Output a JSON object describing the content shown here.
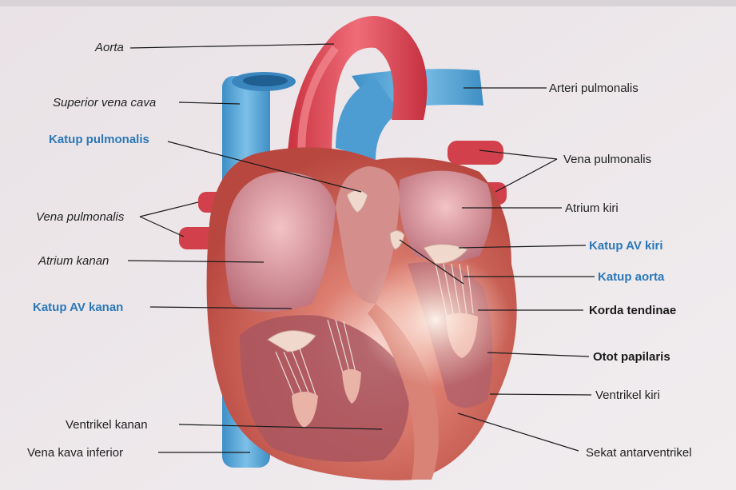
{
  "diagram": {
    "labels_left": [
      {
        "id": "aorta",
        "text": "Aorta"
      },
      {
        "id": "svc",
        "text": "Superior vena cava"
      },
      {
        "id": "katup-pulmonalis",
        "text": "Katup pulmonalis"
      },
      {
        "id": "vena-pulmonalis-left",
        "text": "Vena pulmonalis"
      },
      {
        "id": "atrium-kanan",
        "text": "Atrium kanan"
      },
      {
        "id": "katup-av-kanan",
        "text": "Katup AV kanan"
      },
      {
        "id": "ventrikel-kanan",
        "text": "Ventrikel kanan"
      },
      {
        "id": "ivc",
        "text": "Vena kava inferior"
      }
    ],
    "labels_right": [
      {
        "id": "arteri-pulmonalis",
        "text": "Arteri pulmonalis"
      },
      {
        "id": "vena-pulmonalis-right",
        "text": "Vena pulmonalis"
      },
      {
        "id": "atrium-kiri",
        "text": "Atrium kiri"
      },
      {
        "id": "katup-av-kiri",
        "text": "Katup AV kiri"
      },
      {
        "id": "katup-aorta",
        "text": "Katup aorta"
      },
      {
        "id": "korda-tendinae",
        "text": "Korda tendinae"
      },
      {
        "id": "otot-papilaris",
        "text": "Otot papilaris"
      },
      {
        "id": "ventrikel-kiri",
        "text": "Ventrikel kiri"
      },
      {
        "id": "sekat",
        "text": "Sekat antarventrikel"
      }
    ]
  },
  "colors": {
    "page": "#ece7e9",
    "vein_blue": "#5aa9d8",
    "artery_red": "#d9414f",
    "muscle": "#c9574e",
    "chamber": "#e7a3a8",
    "accent_label": "#2a78b8"
  }
}
